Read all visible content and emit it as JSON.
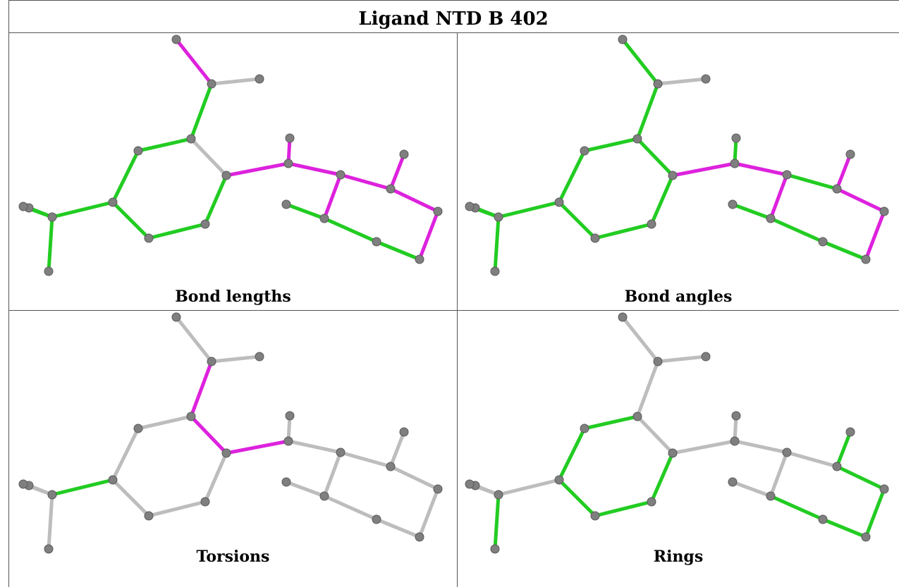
{
  "title": "Ligand NTD B 402",
  "colors": {
    "good": "#22cc22",
    "outlier": "#dd22dd",
    "neutral": "#bdbdbd",
    "atom": "#7f7f7f"
  },
  "panels": [
    {
      "caption": "Bond lengths",
      "bonds": [
        "outlier",
        "neutral",
        "good",
        "good",
        "good",
        "neutral",
        "outlier",
        "outlier",
        "outlier",
        "good",
        "good",
        "outlier",
        "good",
        "good",
        "good",
        "good",
        "outlier",
        "outlier",
        "outlier",
        "good",
        "good",
        "outlier"
      ]
    },
    {
      "caption": "Bond angles",
      "bonds": [
        "good",
        "neutral",
        "good",
        "good",
        "good",
        "good",
        "outlier",
        "good",
        "outlier",
        "good",
        "good",
        "good",
        "good",
        "good",
        "good",
        "good",
        "outlier",
        "outlier",
        "outlier",
        "good",
        "good",
        "outlier"
      ]
    },
    {
      "caption": "Torsions",
      "bonds": [
        "neutral",
        "neutral",
        "outlier",
        "neutral",
        "neutral",
        "outlier",
        "outlier",
        "neutral",
        "neutral",
        "neutral",
        "neutral",
        "neutral",
        "neutral",
        "neutral",
        "neutral",
        "green",
        "neutral",
        "neutral",
        "neutral",
        "neutral",
        "neutral",
        "neutral"
      ]
    },
    {
      "caption": "Rings",
      "bonds": [
        "neutral",
        "neutral",
        "neutral",
        "good",
        "good",
        "neutral",
        "neutral",
        "neutral",
        "neutral",
        "good",
        "good",
        "neutral",
        "good",
        "good",
        "neutral",
        "neutral",
        "good",
        "good",
        "neutral",
        "good",
        "good",
        "good"
      ]
    }
  ]
}
